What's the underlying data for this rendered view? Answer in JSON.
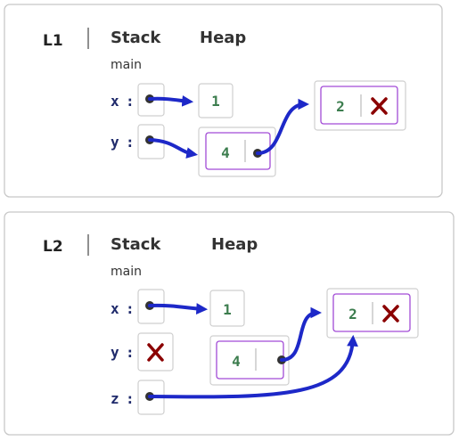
{
  "colors": {
    "arrow": "#1d28c8",
    "value_text": "#3c7d4e",
    "variable_text": "#1f2a6b",
    "heap_border": "#a24bd6",
    "null_marker": "#8b0000"
  },
  "panels": [
    {
      "step": "L1",
      "stack_title": "Stack",
      "heap_title": "Heap",
      "frame": "main",
      "vars": [
        {
          "name": "x",
          "colon": ":"
        },
        {
          "name": "y",
          "colon": ":"
        }
      ],
      "cells": [
        {
          "value": "1"
        },
        {
          "value": "4"
        },
        {
          "value": "2"
        }
      ]
    },
    {
      "step": "L2",
      "stack_title": "Stack",
      "heap_title": "Heap",
      "frame": "main",
      "vars": [
        {
          "name": "x",
          "colon": ":"
        },
        {
          "name": "y",
          "colon": ":"
        },
        {
          "name": "z",
          "colon": ":"
        }
      ],
      "cells": [
        {
          "value": "1"
        },
        {
          "value": "4"
        },
        {
          "value": "2"
        }
      ]
    }
  ]
}
